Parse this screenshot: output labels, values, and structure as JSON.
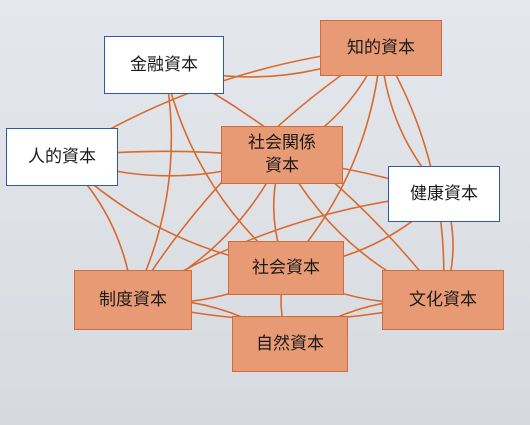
{
  "diagram": {
    "colors": {
      "background": "#e4e7ec",
      "edge": "#d96a2e",
      "blue_border": "#2f58a8",
      "orange_fill": "#e79a73"
    },
    "nodes": {
      "finance": {
        "label": "金融資本",
        "style": "blue"
      },
      "intellectual": {
        "label": "知的資本",
        "style": "orange"
      },
      "human": {
        "label": "人的資本",
        "style": "blue"
      },
      "social_relations": {
        "label": "社会関係\n資本",
        "style": "orange"
      },
      "health": {
        "label": "健康資本",
        "style": "blue"
      },
      "social": {
        "label": "社会資本",
        "style": "orange"
      },
      "institutional": {
        "label": "制度資本",
        "style": "orange"
      },
      "natural": {
        "label": "自然資本",
        "style": "orange"
      },
      "cultural": {
        "label": "文化資本",
        "style": "orange"
      }
    },
    "edges": [
      [
        "finance",
        "intellectual"
      ],
      [
        "finance",
        "institutional"
      ],
      [
        "finance",
        "social"
      ],
      [
        "finance",
        "cultural"
      ],
      [
        "intellectual",
        "human"
      ],
      [
        "intellectual",
        "social_relations"
      ],
      [
        "intellectual",
        "health"
      ],
      [
        "intellectual",
        "social"
      ],
      [
        "intellectual",
        "institutional"
      ],
      [
        "intellectual",
        "cultural"
      ],
      [
        "human",
        "social_relations"
      ],
      [
        "human",
        "health"
      ],
      [
        "human",
        "social"
      ],
      [
        "human",
        "institutional"
      ],
      [
        "social_relations",
        "social"
      ],
      [
        "social_relations",
        "institutional"
      ],
      [
        "social_relations",
        "cultural"
      ],
      [
        "health",
        "social"
      ],
      [
        "health",
        "institutional"
      ],
      [
        "health",
        "cultural"
      ],
      [
        "social",
        "natural"
      ],
      [
        "social",
        "institutional"
      ],
      [
        "social",
        "cultural"
      ],
      [
        "institutional",
        "natural"
      ],
      [
        "institutional",
        "cultural"
      ],
      [
        "natural",
        "cultural"
      ]
    ]
  }
}
